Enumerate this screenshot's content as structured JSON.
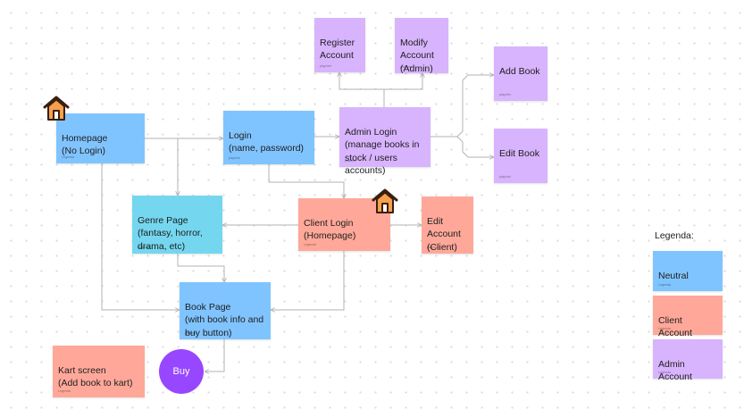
{
  "nodes": {
    "homepage": {
      "text": "Homepage\n(No Login)",
      "author": "Legenda"
    },
    "login": {
      "text": "Login\n(name, password)",
      "author": "play.kim"
    },
    "admin_login": {
      "text": "Admin Login\n(manage books in\nstock / users\naccounts)",
      "author": "play.kim"
    },
    "register_account": {
      "text": "Register\nAccount",
      "author": "play.kim"
    },
    "modify_account": {
      "text": "Modify\nAccount\n(Admin)",
      "author": "play.kim"
    },
    "add_book": {
      "text": "Add Book",
      "author": "play.kim"
    },
    "edit_book": {
      "text": "Edit Book",
      "author": "play.kim"
    },
    "genre_page": {
      "text": "Genre Page\n(fantasy, horror,\ndrama, etc)",
      "author": "Legenda"
    },
    "client_login": {
      "text": "Client Login\n(Homepage)",
      "author": "Legenda"
    },
    "edit_account": {
      "text": "Edit\nAccount\n(Client)",
      "author": "play.kim"
    },
    "book_page": {
      "text": "Book Page\n(with book info and\nbuy button)",
      "author": "play.kim"
    },
    "kart_screen": {
      "text": "Kart screen\n(Add book to kart)",
      "author": "Legenda"
    },
    "buy": {
      "text": "Buy"
    }
  },
  "legend": {
    "title": "Legenda:",
    "items": [
      {
        "label": "Neutral",
        "color": "#80c4ff",
        "author": "Legenda"
      },
      {
        "label": "Client Account",
        "color": "#ffa89a",
        "author": "Legenda"
      },
      {
        "label": "Admin Account",
        "color": "#d8b4fe",
        "author": "Legenda"
      }
    ]
  },
  "colors": {
    "neutral": "#80c4ff",
    "genre": "#74d7ef",
    "client": "#ffa89a",
    "admin": "#d8b4fe",
    "buy": "#9747ff",
    "connector": "#b3b3b3"
  },
  "icons": [
    "house-icon"
  ]
}
